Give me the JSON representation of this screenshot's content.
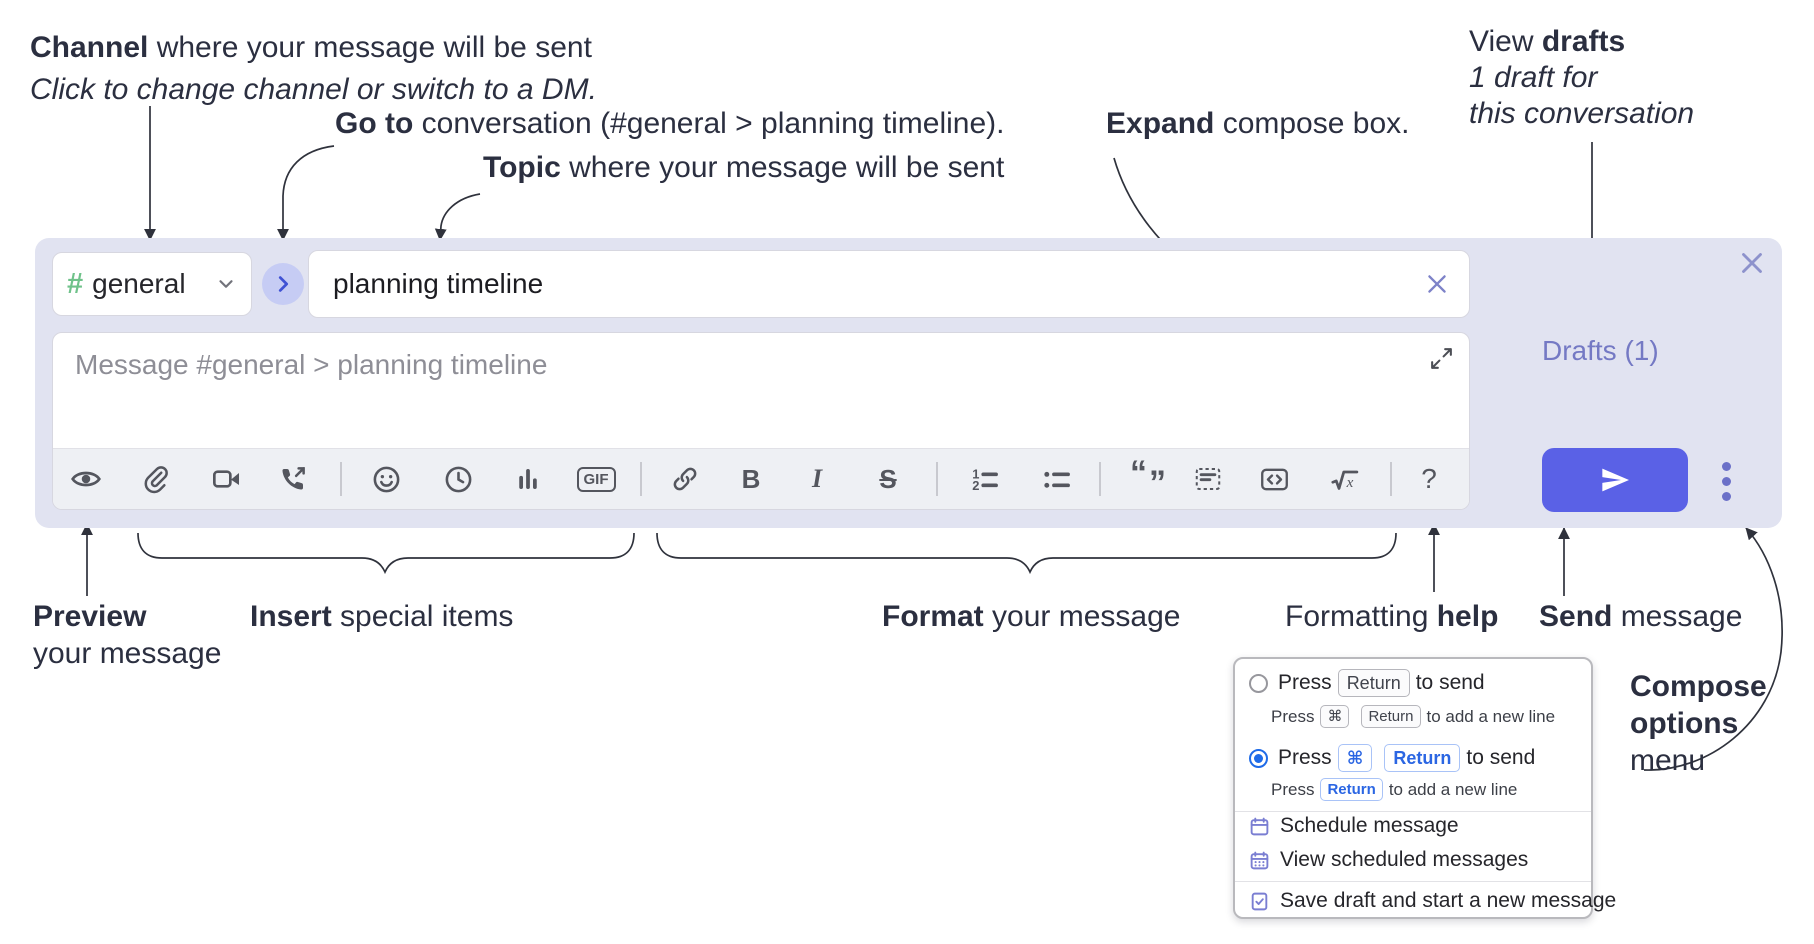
{
  "annotations": {
    "channel": {
      "b": "Channel",
      "r": " where your message will be sent"
    },
    "channel_sub": "Click to change channel or switch to a DM.",
    "goto": {
      "b": "Go to",
      "r": " conversation (#general > planning timeline)."
    },
    "topic": {
      "b": "Topic",
      "r": " where your message will be sent"
    },
    "expand": {
      "b": "Expand",
      "r": " compose box."
    },
    "view_drafts": {
      "r": "View ",
      "b": "drafts",
      "line2": "1 draft for",
      "line3": "this conversation"
    },
    "preview": {
      "b": "Preview",
      "line2": "your message"
    },
    "insert": {
      "b": "Insert",
      "r": " special items"
    },
    "format": {
      "b": "Format",
      "r": " your message"
    },
    "formatting_help": {
      "r": "Formatting ",
      "b": "help"
    },
    "send": {
      "b": "Send",
      "r": " message"
    },
    "compose_options": {
      "line1": "Compose",
      "line2": "options",
      "line3": "menu"
    }
  },
  "compose": {
    "channel_selector": {
      "hash": "#",
      "name": "general"
    },
    "topic_input": {
      "value": "planning timeline"
    },
    "message_input": {
      "placeholder": "Message #general > planning timeline"
    },
    "drafts_link": "Drafts (1)",
    "gif_label": "GIF",
    "bold_label": "B",
    "italic_label": "I",
    "strike_label": "S",
    "help_label": "?",
    "toolbar_icon_names": [
      "preview-eye",
      "attach-paperclip",
      "video-clip",
      "audio-clip",
      "emoji",
      "recent",
      "poll-bar-chart",
      "gif",
      "link",
      "bold",
      "italic",
      "strikethrough",
      "ordered-list",
      "bullet-list",
      "blockquote",
      "code-snippet",
      "code-block",
      "math-formula",
      "formatting-help"
    ]
  },
  "menu": {
    "option1": {
      "selected": false,
      "press": "Press",
      "key": "Return",
      "after": "to send",
      "sub_press": "Press",
      "sub_key1": "⌘",
      "sub_key2": "Return",
      "sub_after": "to add a new line"
    },
    "option2": {
      "selected": true,
      "press": "Press",
      "key1": "⌘",
      "key2": "Return",
      "after": "to send",
      "sub_press": "Press",
      "sub_key": "Return",
      "sub_after": "to add a new line"
    },
    "items": [
      {
        "label": "Schedule message"
      },
      {
        "label": "View scheduled messages"
      },
      {
        "label": "Save draft and start a new message"
      }
    ]
  },
  "colors": {
    "compose_bg": "#e1e3f1",
    "accent_send": "#5a61e6",
    "purple_link": "#7479c4",
    "hash_green": "#6fc28a",
    "circle_bg": "#c6ccf4",
    "circle_chevron": "#4052d4",
    "radio_selected": "#1f6be8",
    "key_blue_text": "#2b66e3",
    "annotation_text": "#2b2f40",
    "toolbar_icon": "#54565e",
    "menu_icon_purple": "#7a7ed2"
  }
}
